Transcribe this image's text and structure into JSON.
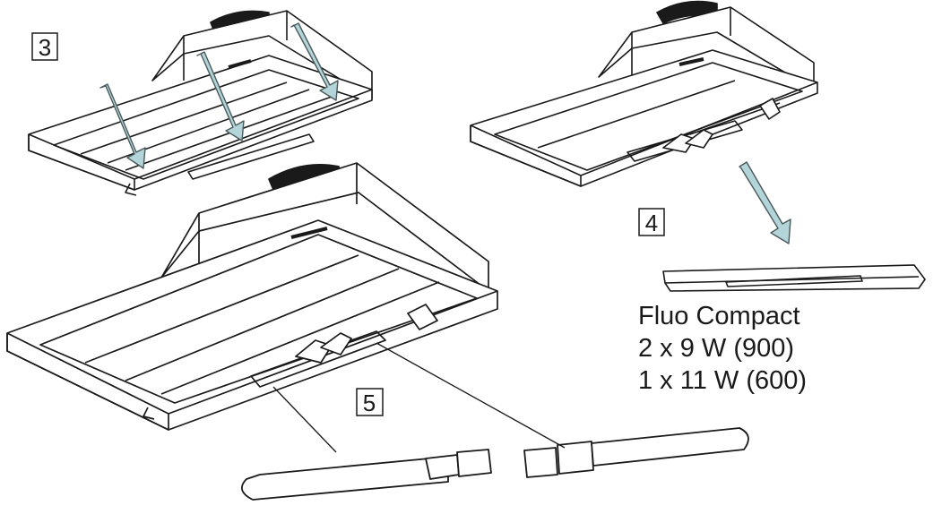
{
  "steps": {
    "step3": "3",
    "step4": "4",
    "step5": "5"
  },
  "spec": {
    "line1": "Fluo Compact",
    "line2": "2 x 9 W (900)",
    "line3": "1 x 11 W (600)"
  },
  "colors": {
    "line": "#1a1a1a",
    "arrow_fill": "#b3d4d8",
    "arrow_stroke": "#4a5a5c"
  }
}
